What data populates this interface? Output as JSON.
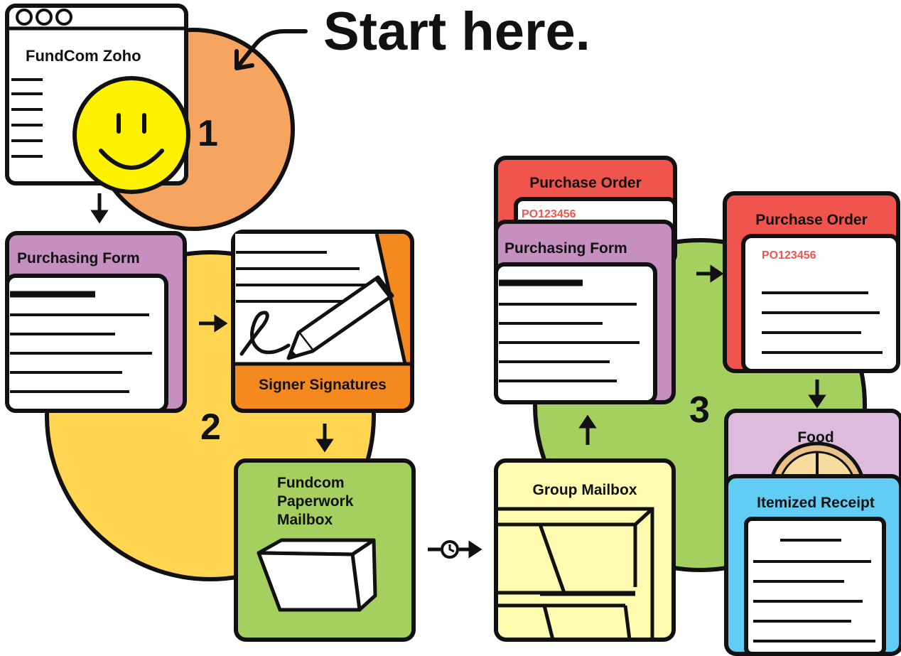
{
  "headline": "Start here.",
  "steps": {
    "one": "1",
    "two": "2",
    "three": "3"
  },
  "window": {
    "title": "FundCom Zoho"
  },
  "cards": {
    "purchasing_form": "Purchasing Form",
    "signer_signatures": "Signer Signatures",
    "paperwork_mailbox": [
      "Fundcom",
      "Paperwork",
      "Mailbox"
    ],
    "group_mailbox": "Group Mailbox",
    "purchase_order": "Purchase Order",
    "po_number": "PO123456",
    "food": "Food",
    "itemized_receipt": "Itemized Receipt"
  },
  "colors": {
    "step1_circle": "#f6a560",
    "step2_circle": "#ffd551",
    "step3_circle": "#a5cf5f",
    "smiley": "#fff200",
    "purple": "#c58fbf",
    "orange": "#f48a1f",
    "green": "#a5cf5f",
    "red": "#ef554c",
    "yellow_light": "#fffbb0",
    "lavender": "#dcbbdc",
    "blue": "#62cdf4",
    "ink": "#111111"
  }
}
